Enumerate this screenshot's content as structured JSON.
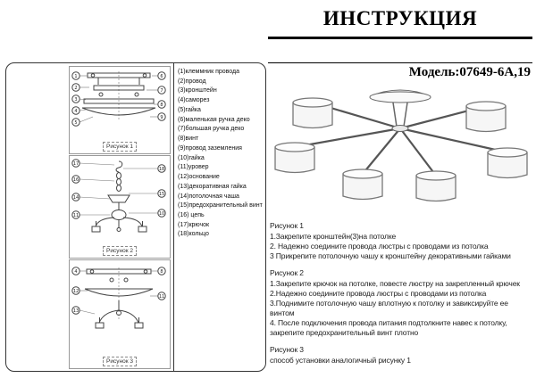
{
  "page": {
    "title": "ИНСТРУКЦИЯ",
    "model_label": "Модель:07649-6А,19"
  },
  "figures": {
    "fig1_label": "Рисунок 1",
    "fig2_label": "Рисунок 2",
    "fig3_label": "Рисунок 3",
    "fig1_callouts": [
      "1",
      "2",
      "3",
      "4",
      "5",
      "6",
      "7",
      "8",
      "9"
    ],
    "fig2_callouts": [
      "17",
      "16",
      "14",
      "11",
      "18",
      "15",
      "10"
    ],
    "fig3_callouts": [
      "4",
      "12",
      "13",
      "8",
      "11"
    ]
  },
  "parts": [
    "(1)клеммник провода",
    "(2)провод",
    "(3)кронштейн",
    "(4)саморез",
    "(5)гайка",
    "(6)маленькая ручка деко",
    "(7)большая ручка деко",
    "(8)винт",
    "(9)провод заземления",
    "(10)гайка",
    "(11)уровер",
    "(12)основание",
    "(13)декоративная гайка",
    "(14)потолочная чаша",
    "(15)предохранительный винт",
    "(16) цепь",
    "(17)крючок",
    "(18)кольцо"
  ],
  "instructions": {
    "fig1": {
      "heading": "Рисунок 1",
      "lines": [
        "1.Закрепите кронштейн(3)на потолке",
        "2. Надежно соедините провода люстры с проводами из потолка",
        "3 Прикрепите потолочную чашу к кронштейну декоративными гайками"
      ]
    },
    "fig2": {
      "heading": "Рисунок 2",
      "lines": [
        "1.Закрепите крючок на потолке, повесте люстру на закрепленный крючек",
        "2.Надежно соедините провода люстры с проводами из потолка",
        "3.Поднимите потолочную чашу вплотную к потолку и завиксируйте ее винтом",
        "4. После подключения провода питания подтолкните навес к потолку, закрепите предохранительный винт плотно"
      ]
    },
    "fig3": {
      "heading": "Рисунок 3",
      "lines": [
        "способ установки аналогичный рисунку 1"
      ]
    }
  }
}
